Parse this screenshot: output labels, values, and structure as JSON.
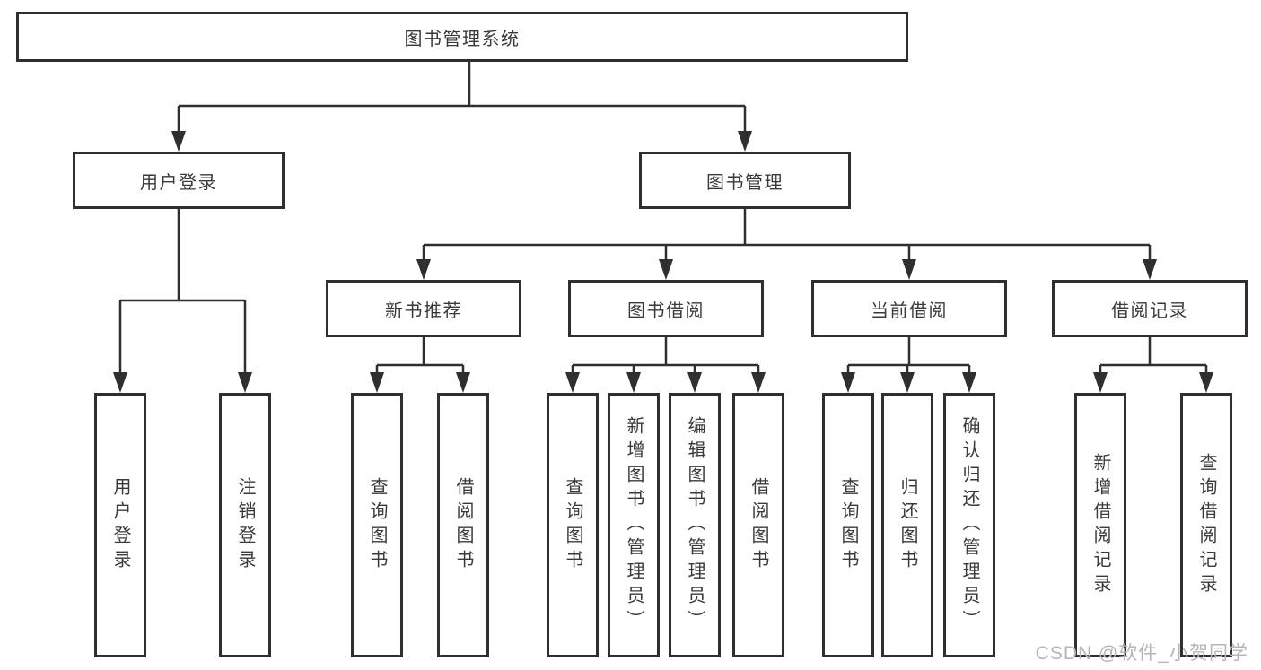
{
  "nodes": {
    "root": {
      "label": "图书管理系统"
    },
    "user_login": {
      "label": "用户登录",
      "children": [
        {
          "label": "用户登录"
        },
        {
          "label": "注销登录"
        }
      ]
    },
    "book_management": {
      "label": "图书管理",
      "children": [
        {
          "label": "新书推荐",
          "children": [
            {
              "label": "查询图书"
            },
            {
              "label": "借阅图书"
            }
          ]
        },
        {
          "label": "图书借阅",
          "children": [
            {
              "label": "查询图书"
            },
            {
              "label": "新增图书（管理员）"
            },
            {
              "label": "编辑图书（管理员）"
            },
            {
              "label": "借阅图书"
            }
          ]
        },
        {
          "label": "当前借阅",
          "children": [
            {
              "label": "查询图书"
            },
            {
              "label": "归还图书"
            },
            {
              "label": "确认归还（管理员）"
            }
          ]
        },
        {
          "label": "借阅记录",
          "children": [
            {
              "label": "新增借阅记录"
            },
            {
              "label": "查询借阅记录"
            }
          ]
        }
      ]
    }
  },
  "watermark": {
    "text": "CSDN @软件_小贺同学"
  },
  "colors": {
    "line": "#2f2f2f",
    "box_border": "#2f2f2f",
    "text": "#3a3a3a",
    "watermark": "#b5b5b5",
    "background": "#ffffff"
  }
}
